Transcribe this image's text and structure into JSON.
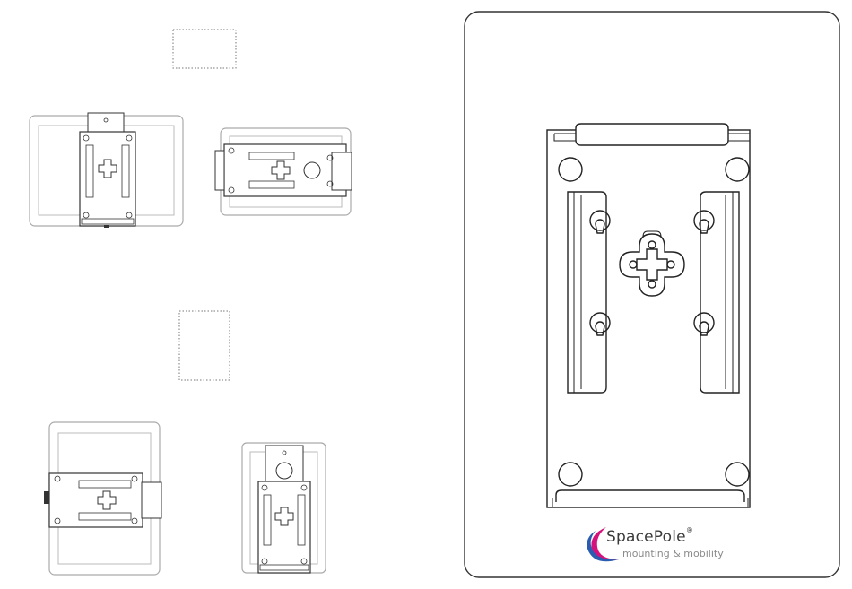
{
  "brand": {
    "name": "SpacePole",
    "registered_mark": "®",
    "tagline": "mounting & mobility",
    "colors": {
      "pink": "#d4127e",
      "blue": "#2a5db0",
      "line": "#222222",
      "light_line": "#9a9a9a"
    }
  },
  "diagram": {
    "icons": [
      "bracket-plate",
      "landscape-tablet-vertical-mount",
      "landscape-tablet-horizontal-mount",
      "portrait-tablet-horizontal-mount",
      "portrait-tablet-vertical-mount"
    ]
  }
}
